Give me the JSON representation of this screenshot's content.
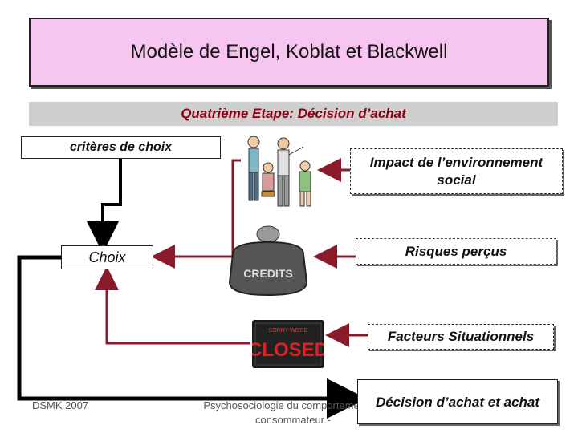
{
  "title": "Modèle de Engel, Koblat et Blackwell",
  "step": "Quatrième Etape: Décision d’achat",
  "boxes": {
    "criteria": "critères de choix",
    "choice": "Choix",
    "impact": "Impact de l’environnement social",
    "risks": "Risques perçus",
    "situational": "Facteurs Situationnels",
    "decision": "Décision d’achat et achat"
  },
  "images": {
    "credits_text": "CREDITS",
    "closed_top": "SORRY WE'RE",
    "closed_main": "CLOSED"
  },
  "footer": {
    "left": "DSMK 2007",
    "center": "Psychosociologie du comportement du consommateur -"
  },
  "colors": {
    "title_bg": "#f7c6f0",
    "step_bg": "#cfcfcf",
    "step_text": "#8b0016",
    "arrow_red": "#8b1a2a",
    "arrow_black": "#000000"
  }
}
